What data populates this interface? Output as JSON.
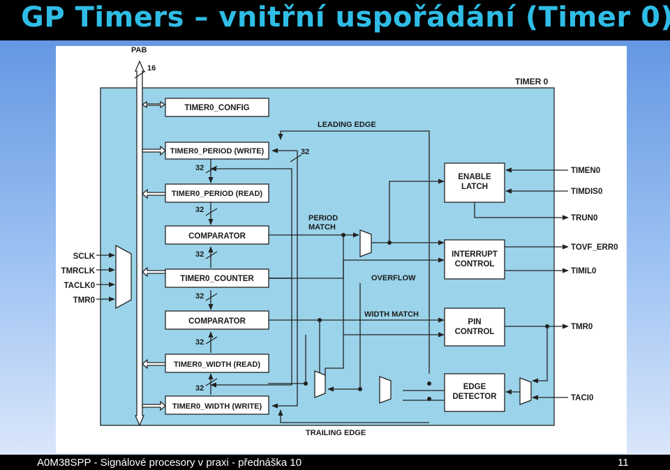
{
  "slide": {
    "title": "GP Timers – vnitřní uspořádání (Timer 0)",
    "footer": "A0M38SPP - Signálové procesory v praxi - přednáška 10",
    "page_number": "11"
  },
  "diagram": {
    "timer_label": "TIMER 0",
    "bus": {
      "label": "PAB",
      "width": "16"
    },
    "blocks": {
      "config": "TIMER0_CONFIG",
      "period_write": "TIMER0_PERIOD (WRITE)",
      "period_read": "TIMER0_PERIOD (READ)",
      "comparator1": "COMPARATOR",
      "counter": "TIMER0_COUNTER",
      "comparator2": "COMPARATOR",
      "width_read": "TIMER0_WIDTH (READ)",
      "width_write": "TIMER0_WIDTH (WRITE)",
      "enable_latch_1": "ENABLE",
      "enable_latch_2": "LATCH",
      "interrupt_control_1": "INTERRUPT",
      "interrupt_control_2": "CONTROL",
      "pin_control_1": "PIN",
      "pin_control_2": "CONTROL",
      "edge_detector_1": "EDGE",
      "edge_detector_2": "DETECTOR"
    },
    "bus_widths": [
      "32",
      "32",
      "32",
      "32",
      "32",
      "32"
    ],
    "signals": {
      "leading_edge": "LEADING EDGE",
      "trailing_edge": "TRAILING EDGE",
      "period_match_1": "PERIOD",
      "period_match_2": "MATCH",
      "overflow": "OVERFLOW",
      "width_match": "WIDTH MATCH"
    },
    "inputs_left": [
      "SCLK",
      "TMRCLK",
      "TACLK0",
      "TMR0"
    ],
    "right_pins": {
      "timen": "TIMEN0",
      "timdis": "TIMDIS0",
      "trun": "TRUN0",
      "tovf": "TOVF_ERR0",
      "timil": "TIMIL0",
      "tmr": "TMR0",
      "taci": "TACI0"
    }
  }
}
